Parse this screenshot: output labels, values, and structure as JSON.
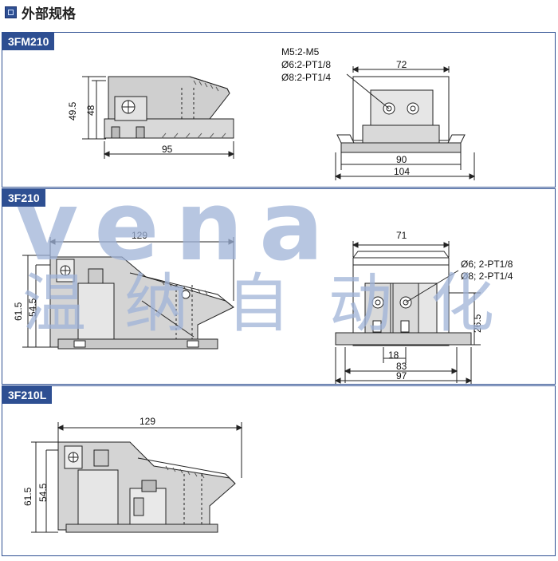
{
  "header": {
    "title": "外部规格"
  },
  "panels": [
    {
      "label": "3FM210",
      "dims": {
        "height_outer": "49.5",
        "height_inner": "48",
        "length": "95",
        "top_width": "72",
        "base_width": "90",
        "total_width": "104"
      },
      "callout": {
        "line1": "M5:2-M5",
        "line2": "Ø6:2-PT1/8",
        "line3": "Ø8:2-PT1/4"
      }
    },
    {
      "label": "3F210",
      "dims": {
        "length": "129",
        "height_outer": "61.5",
        "height_inner": "54.5",
        "top_width": "71",
        "port_height": "26.5",
        "port_spacing": "18",
        "base_width": "83",
        "total_width": "97"
      },
      "callout": {
        "line1": "Ø6; 2-PT1/8",
        "line2": "Ø8; 2-PT1/4"
      }
    },
    {
      "label": "3F210L",
      "dims": {
        "length": "129",
        "height_outer": "61.5",
        "height_inner": "54.5"
      }
    }
  ],
  "watermark": {
    "latin": "vena",
    "cjk": "温纳自动化"
  }
}
